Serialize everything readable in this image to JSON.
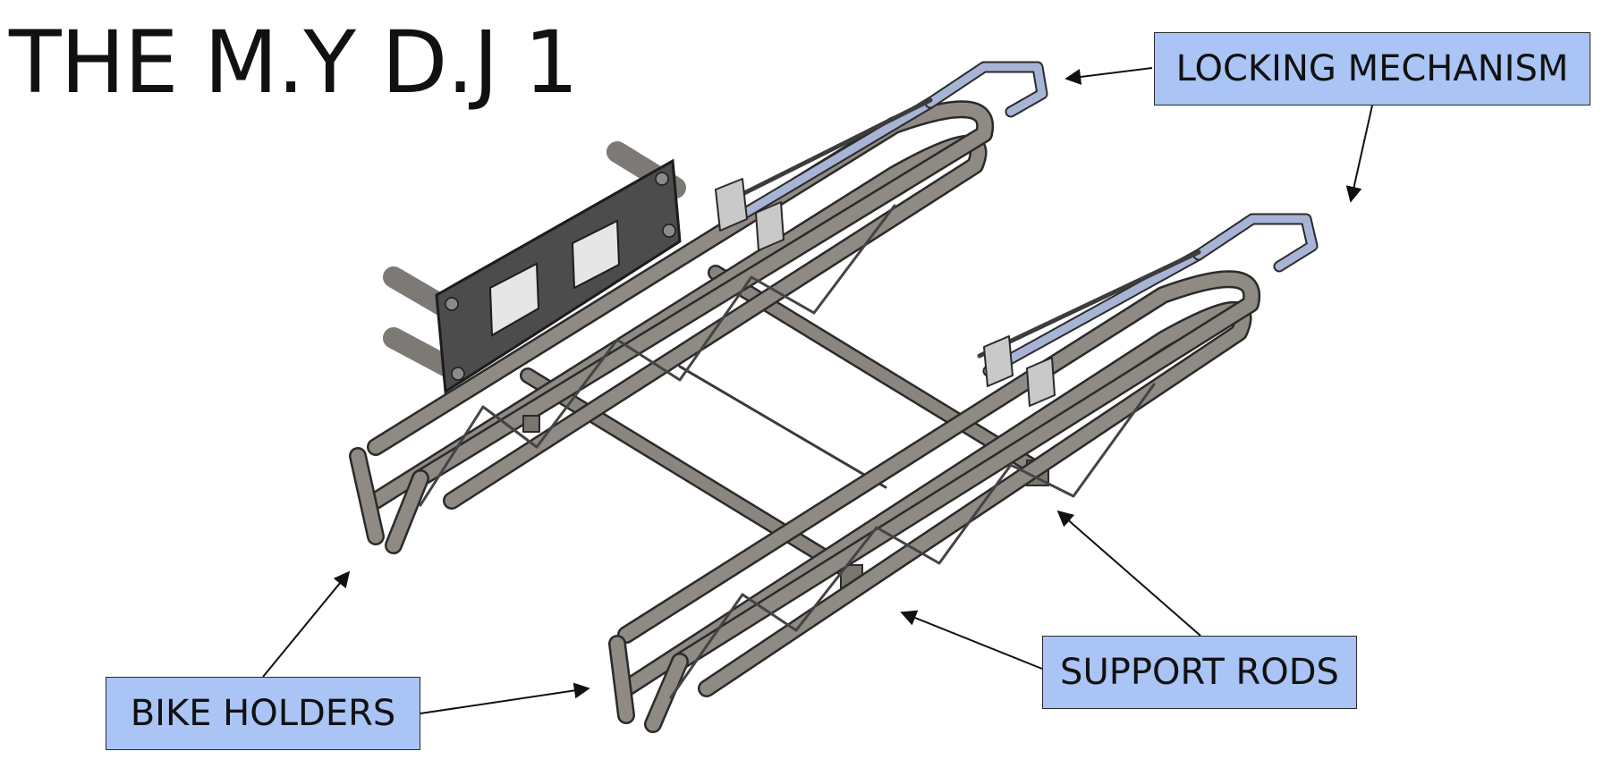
{
  "title": "THE M.Y D.J 1",
  "callouts": {
    "locking_mechanism": "LOCKING MECHANISM",
    "bike_holders": "BIKE HOLDERS",
    "support_rods": "SUPPORT RODS"
  },
  "colors": {
    "callout_fill": "#a9c4f5",
    "tube": "#8f8a83",
    "plate": "#4c4c4c",
    "lock_tube": "#a8b4d6"
  }
}
